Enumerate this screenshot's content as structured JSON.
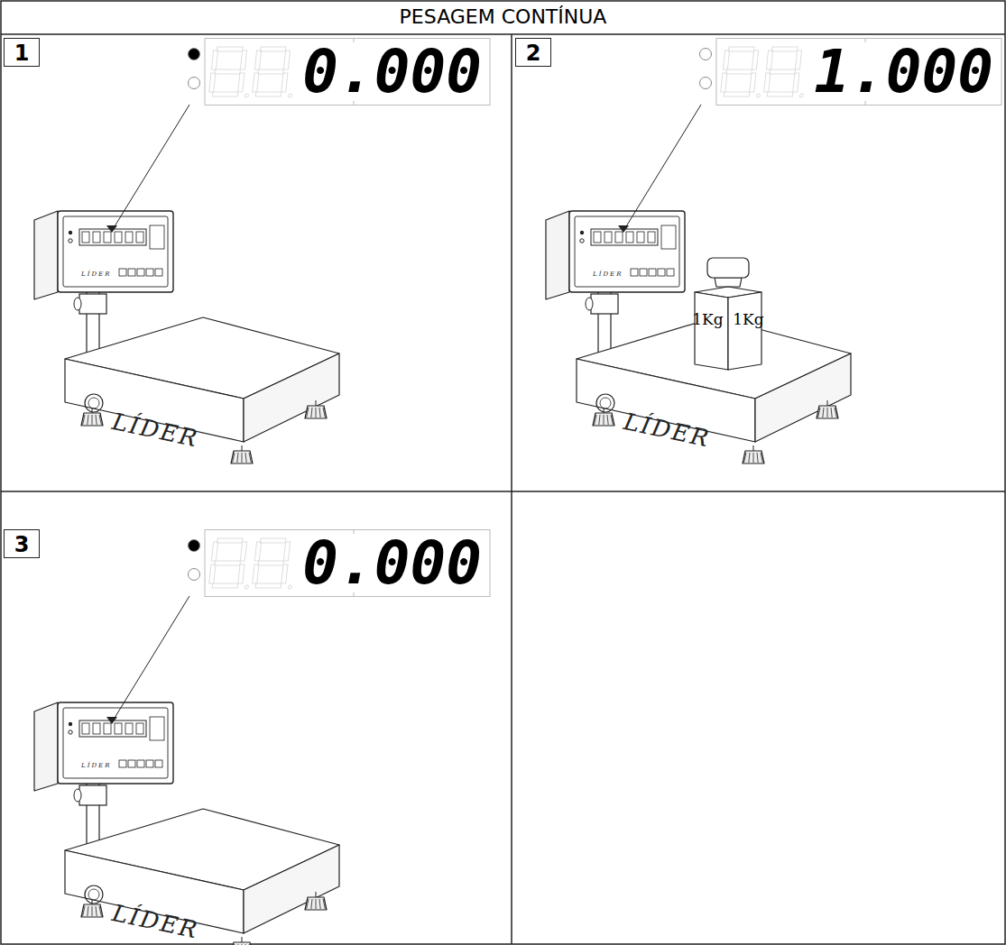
{
  "diagram": {
    "title": "PESAGEM CONTÍNUA",
    "nodes": [
      {
        "text": [
          "1"
        ]
      },
      {
        "text": [
          "0.000"
        ]
      },
      {
        "text": [
          "2"
        ]
      },
      {
        "text": [
          "1.000"
        ]
      },
      {
        "text": [
          "1Kg",
          "1Kg"
        ]
      },
      {
        "text": [
          "3"
        ]
      },
      {
        "text": [
          "0.000"
        ]
      }
    ],
    "labels": [
      "LÍDER",
      "LÍDER",
      "LÍDER",
      "LÍDER",
      "LÍDER",
      "LÍDER"
    ]
  }
}
